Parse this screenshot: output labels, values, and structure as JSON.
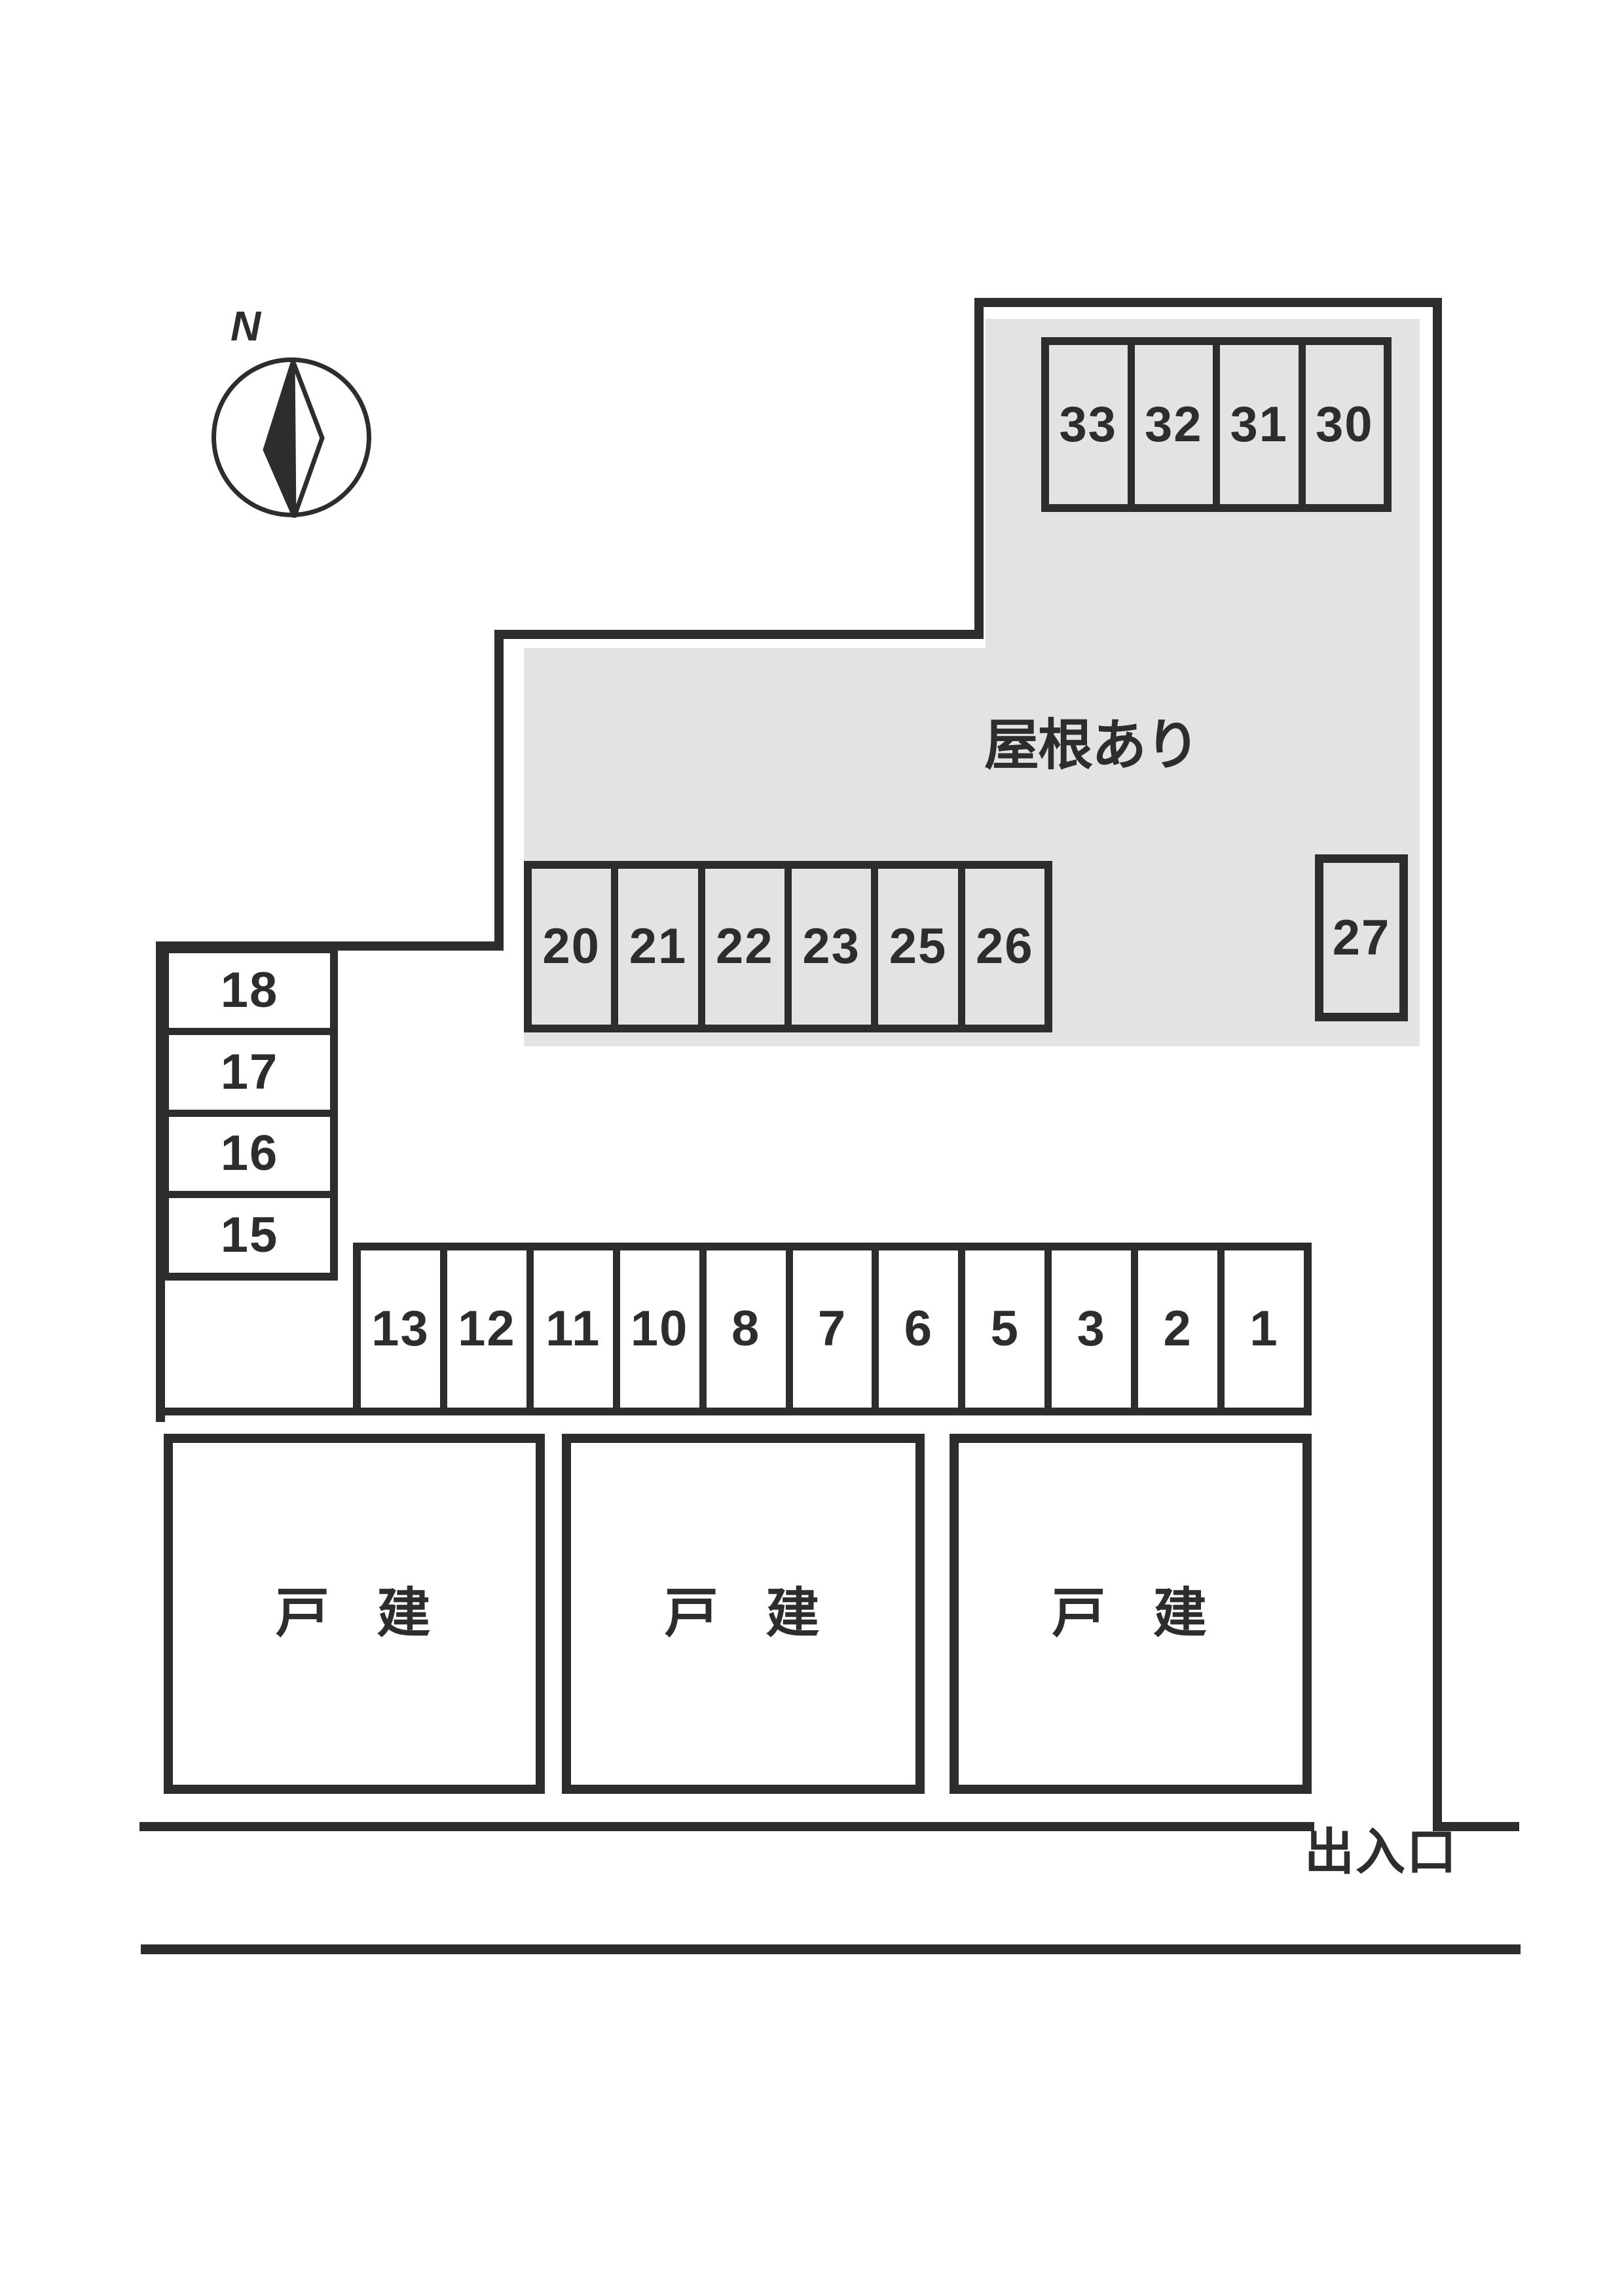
{
  "compass": {
    "north_label": "N"
  },
  "labels": {
    "roof_area": "屋根あり",
    "entrance": "出入口"
  },
  "buildings": [
    {
      "label": "戸 建"
    },
    {
      "label": "戸 建"
    },
    {
      "label": "戸 建"
    }
  ],
  "parking": {
    "covered_top_row": [
      "33",
      "32",
      "31",
      "30"
    ],
    "covered_middle_row": [
      "20",
      "21",
      "22",
      "23",
      "25",
      "26"
    ],
    "covered_single_space": "27",
    "left_column": [
      "18",
      "17",
      "16",
      "15"
    ],
    "bottom_row": [
      "13",
      "12",
      "11",
      "10",
      "8",
      "7",
      "6",
      "5",
      "3",
      "2",
      "1"
    ]
  },
  "colors": {
    "line": "#2d2d2d",
    "roof_fill": "#e3e3e3",
    "open_fill": "#ffffff",
    "paper": "#ffffff"
  }
}
